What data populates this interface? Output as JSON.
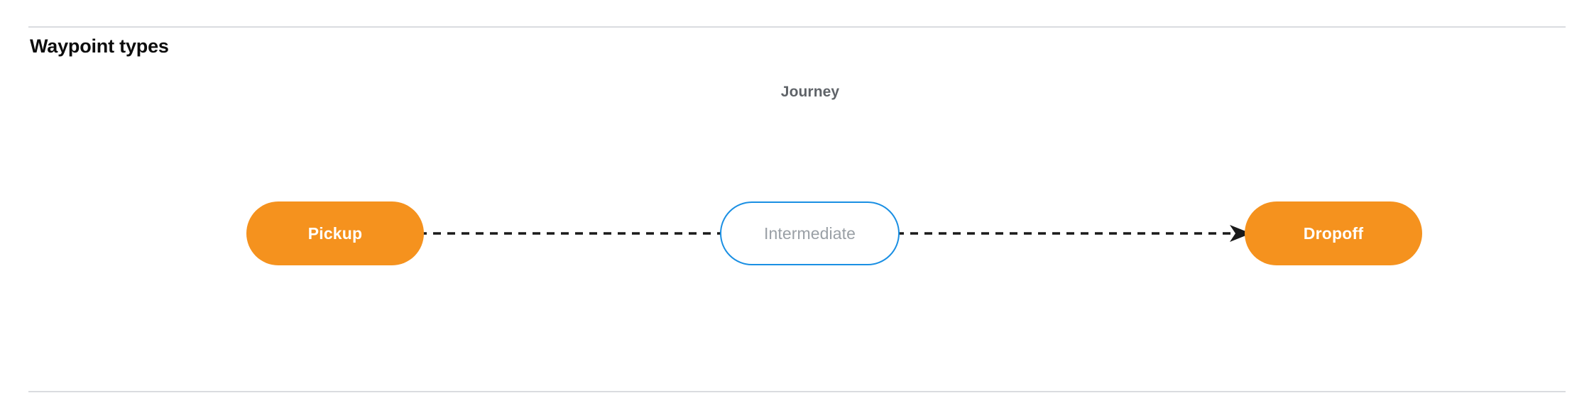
{
  "page": {
    "title": "Waypoint types"
  },
  "diagram": {
    "group_label": "Journey",
    "nodes": [
      {
        "id": "pickup",
        "label": "Pickup",
        "type": "terminal",
        "fill": "#f5921e",
        "text_color": "#ffffff"
      },
      {
        "id": "intermediate",
        "label": "Intermediate",
        "type": "intermediate",
        "fill": "#ffffff",
        "border_color": "#1a8fe3",
        "text_color": "#9aa0a6"
      },
      {
        "id": "dropoff",
        "label": "Dropoff",
        "type": "terminal",
        "fill": "#f5921e",
        "text_color": "#ffffff"
      }
    ],
    "connectors": [
      {
        "id": "pickup-to-intermediate",
        "style": "dashed",
        "color": "#1a1a1a",
        "arrowhead": false
      },
      {
        "id": "intermediate-to-dropoff",
        "style": "dashed",
        "color": "#1a1a1a",
        "arrowhead": true
      }
    ]
  },
  "colors": {
    "rule": "#dadce0",
    "accent_orange": "#f5921e",
    "accent_blue": "#1a8fe3",
    "muted_text": "#9aa0a6",
    "label_text": "#5f6368",
    "background": "#ffffff"
  }
}
